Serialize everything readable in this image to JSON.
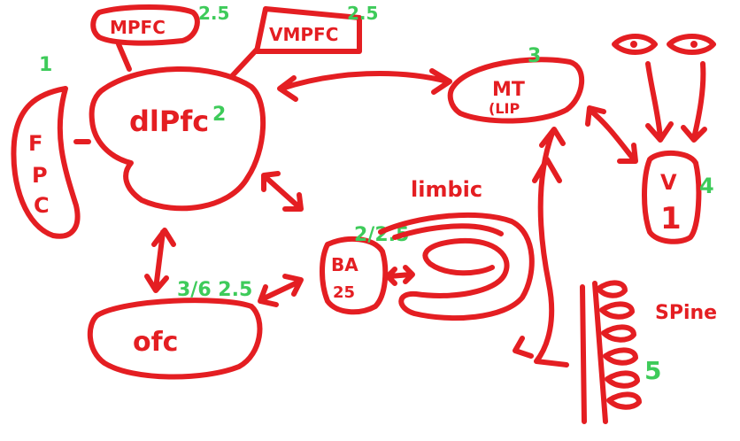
{
  "diagram": {
    "nodes": [
      {
        "id": "mpfc",
        "label": "MPFC",
        "number": "2.5"
      },
      {
        "id": "vmpfc",
        "label": "VMPFC",
        "number": "2.5"
      },
      {
        "id": "dlpfc",
        "label": "dlPfc",
        "number": "2"
      },
      {
        "id": "fpc",
        "label": "F P C",
        "number": "1"
      },
      {
        "id": "mt",
        "label": "MT",
        "sublabel": "(LIP",
        "number": "3"
      },
      {
        "id": "v1",
        "label": "V 1",
        "number": "4"
      },
      {
        "id": "limbic",
        "label": "limbic"
      },
      {
        "id": "ba25",
        "label": "BA 25",
        "number": "2/2.5"
      },
      {
        "id": "ofc",
        "label": "ofc",
        "number": "3/6 2.5"
      },
      {
        "id": "spine",
        "label": "SPine",
        "number": "5"
      }
    ],
    "colors": {
      "stroke": "#e41e22",
      "numbers": "#3ecb5a"
    }
  }
}
